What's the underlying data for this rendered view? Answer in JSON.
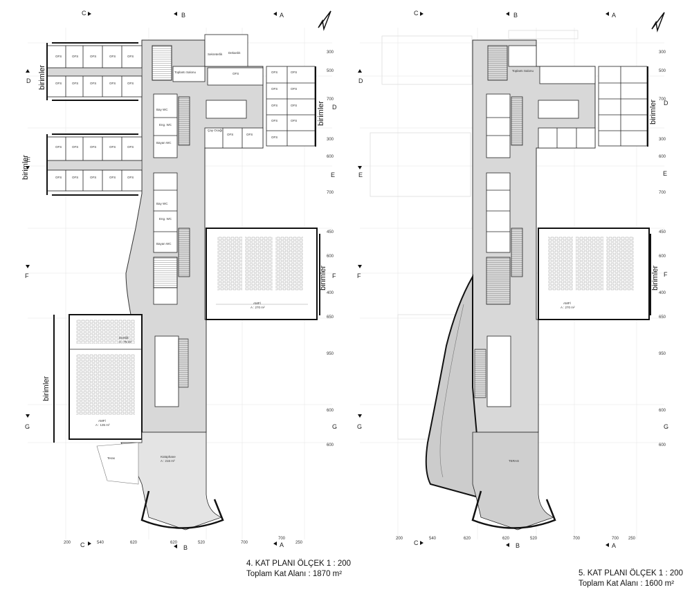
{
  "plans": [
    {
      "title": "4. KAT PLANI   ÖLÇEK 1 : 200",
      "area": "Toplam Kat Alanı : 1870 m²",
      "units_label": "birimler",
      "dims_right": [
        "300",
        "500",
        "700",
        "300",
        "600",
        "700",
        "450",
        "600",
        "400",
        "650",
        "950",
        "600",
        "600"
      ],
      "dims_bottom": [
        "200",
        "540",
        "620",
        "620",
        "520",
        "700",
        "700",
        "250"
      ],
      "rooms": {
        "ofs": "OFS",
        "sekreterlik": "Sekreterlik",
        "dekanlik": "Dekanlık",
        "toplanti": "Toplantı Salonu",
        "cay": "Çay Ocağı",
        "bay_wc": "Bay WC",
        "bayan_wc": "Bayan WC",
        "eng_wc": "Eng. WC",
        "amfi1": "AMFİ",
        "amfi1_area": "A : 270 m²",
        "amfi2": "AMFİ",
        "amfi2_area": "A : 135 m²",
        "derslik": "Derslik",
        "derslik_area": "A : 75 m²",
        "kutuphane": "Kütüphane",
        "kutuphane_area": "A : 216 m²",
        "teras": "Teras"
      }
    },
    {
      "title": "5. KAT PLANI   ÖLÇEK 1 : 200",
      "area": "Toplam Kat Alanı : 1600 m²",
      "units_label": "birimler",
      "dims_right": [
        "300",
        "500",
        "700",
        "300",
        "600",
        "700",
        "450",
        "600",
        "400",
        "650",
        "950",
        "600",
        "600"
      ],
      "dims_bottom": [
        "200",
        "540",
        "620",
        "620",
        "520",
        "700",
        "700",
        "250"
      ],
      "rooms": {
        "toplanti": "Toplantı Salonu",
        "amfi": "AMFİ",
        "amfi_area": "A : 270 m²",
        "teras": "TERAS"
      }
    }
  ],
  "section_marks": [
    "A",
    "B",
    "C",
    "D",
    "E",
    "F",
    "G"
  ],
  "colors": {
    "floor": "#d8d8d8",
    "wall": "#111111",
    "grid": "#e6e6e6",
    "room": "#ffffff"
  }
}
